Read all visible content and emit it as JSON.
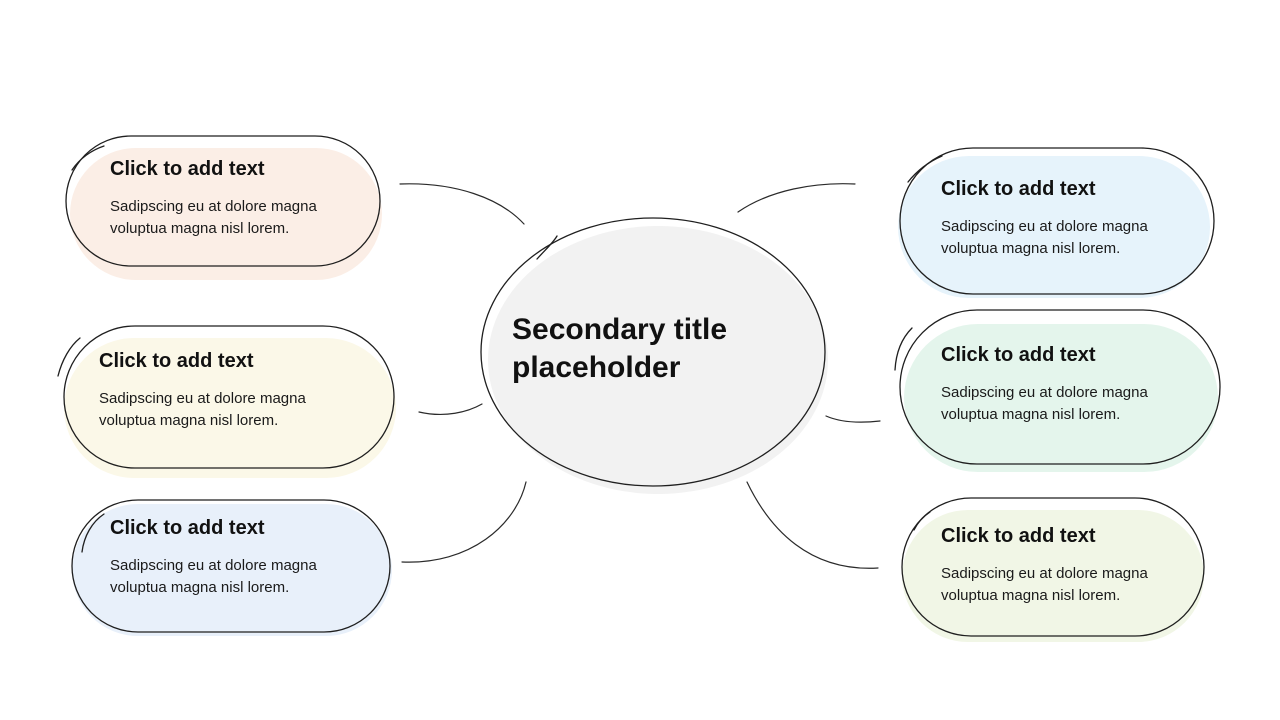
{
  "slide": {
    "center": {
      "title": "Secondary title placeholder",
      "fill": "#f2f2f2"
    },
    "bubbles": [
      {
        "id": "top-left",
        "title": "Click to add text",
        "body": "Sadipscing eu at dolore magna voluptua magna nisl lorem.",
        "fill": "#fbeee6"
      },
      {
        "id": "middle-left",
        "title": "Click to add text",
        "body": "Sadipscing eu at dolore magna voluptua magna nisl lorem.",
        "fill": "#fbf8e8"
      },
      {
        "id": "bottom-left",
        "title": "Click to add text",
        "body": "Sadipscing eu at dolore magna voluptua magna nisl lorem.",
        "fill": "#e8f0fa"
      },
      {
        "id": "top-right",
        "title": "Click to add text",
        "body": "Sadipscing eu at dolore magna voluptua magna nisl lorem.",
        "fill": "#e6f3fb"
      },
      {
        "id": "middle-right",
        "title": "Click to add text",
        "body": "Sadipscing eu at dolore magna voluptua magna nisl lorem.",
        "fill": "#e4f5ec"
      },
      {
        "id": "bottom-right",
        "title": "Click to add text",
        "body": "Sadipscing eu at dolore magna voluptua magna nisl lorem.",
        "fill": "#f1f6e6"
      }
    ],
    "stroke_color": "#1f1f1f"
  }
}
